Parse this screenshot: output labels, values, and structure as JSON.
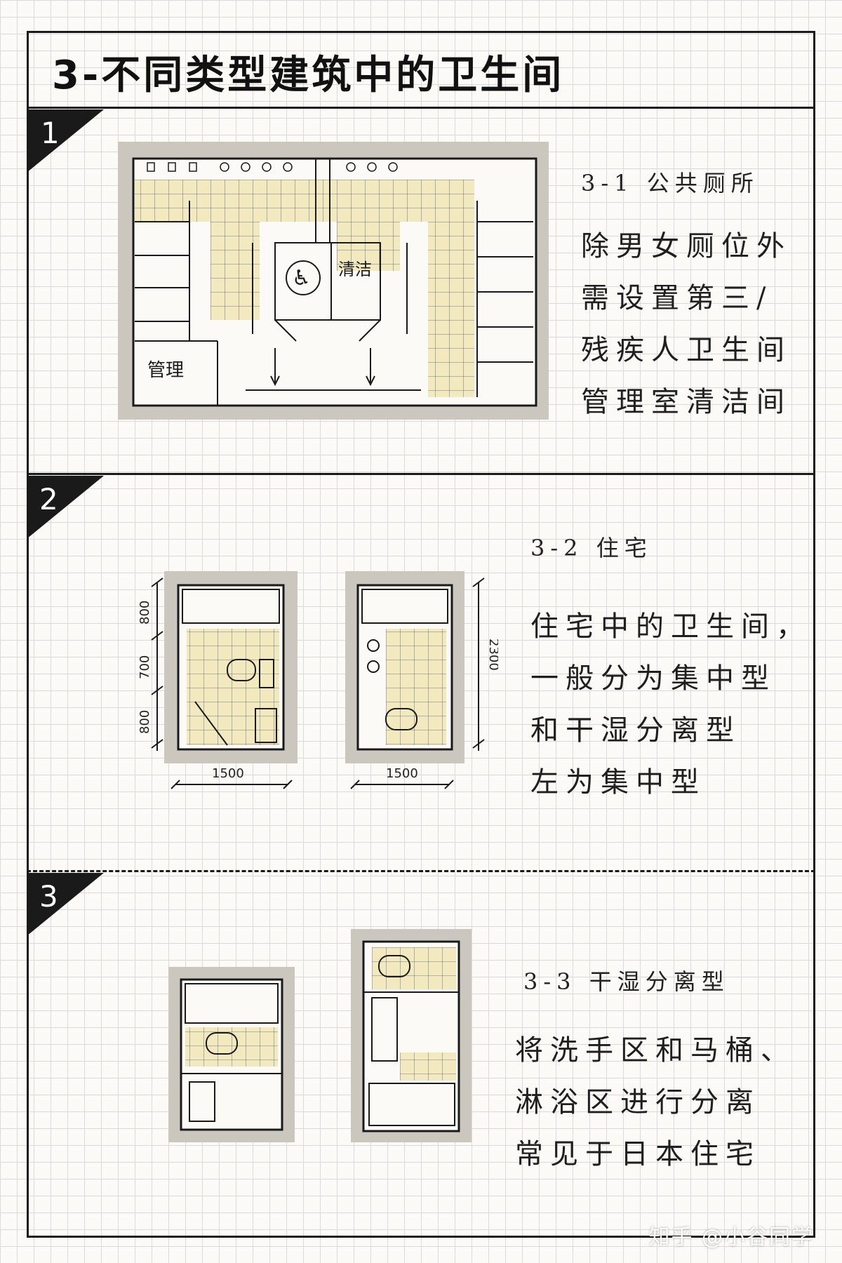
{
  "title": "3-不同类型建筑中的卫生间",
  "sections": [
    {
      "number": "1",
      "caption": "3-1 公共厕所",
      "lines": [
        "除男女厕位外",
        "需设置第三/",
        "残疾人卫生间",
        "管理室清洁间"
      ],
      "plan_labels": {
        "manage": "管理",
        "clean": "清洁"
      }
    },
    {
      "number": "2",
      "caption": "3-2 住宅",
      "lines": [
        "住宅中的卫生间，",
        "一般分为集中型",
        "和干湿分离型",
        "左为集中型"
      ],
      "dims": {
        "left_w": "1500",
        "right_w": "1500",
        "right_h": "2300",
        "seg1": "800",
        "seg2": "700",
        "seg3": "800"
      }
    },
    {
      "number": "3",
      "caption": "3-3 干湿分离型",
      "lines": [
        "将洗手区和马桶、",
        "淋浴区进行分离",
        "常见于日本住宅"
      ]
    }
  ],
  "watermark": "知乎 @小谷同学",
  "colors": {
    "tile": "#f3e9bf",
    "wall": "#cbc7bf",
    "ink": "#1a1a1a"
  }
}
